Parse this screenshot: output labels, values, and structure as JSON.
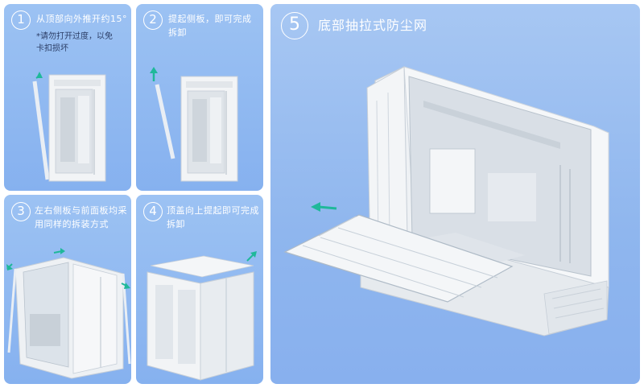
{
  "steps": [
    {
      "number": "1",
      "text": "从顶部向外推开约15°",
      "note": "*请勿打开过度，以免卡扣损坏"
    },
    {
      "number": "2",
      "text": "提起侧板，即可完成拆卸"
    },
    {
      "number": "3",
      "text": "左右侧板与前面板均采用同样的拆装方式"
    },
    {
      "number": "4",
      "text": "顶盖向上提起即可完成拆卸"
    },
    {
      "number": "5",
      "text": "底部抽拉式防尘网"
    }
  ],
  "colors": {
    "panel": "#8fb6ee",
    "arrow": "#1fb89a",
    "case": "#f3f5f7"
  }
}
